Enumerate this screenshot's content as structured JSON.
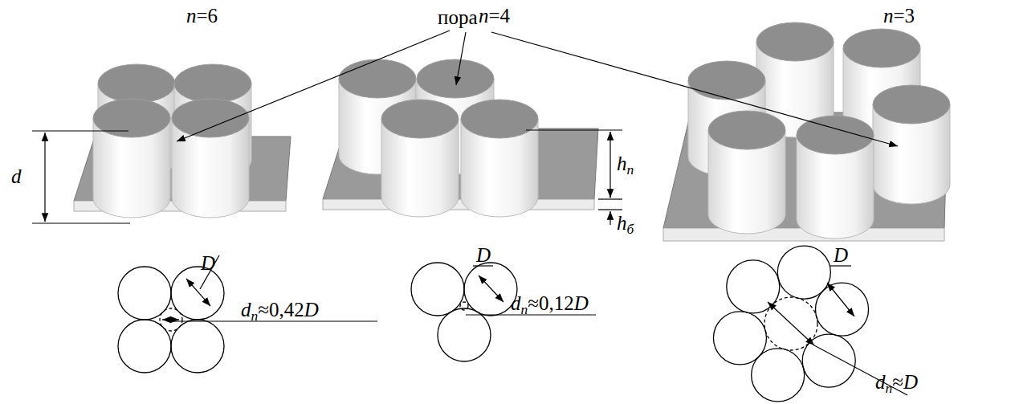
{
  "diagram": {
    "labels": [
      "n=6",
      "пора",
      "n=4",
      "n=3",
      "d",
      "hn",
      "hб",
      "D",
      "dn≈0,42D",
      "D",
      "dn≈0,12D",
      "D",
      "dn≈D"
    ]
  }
}
